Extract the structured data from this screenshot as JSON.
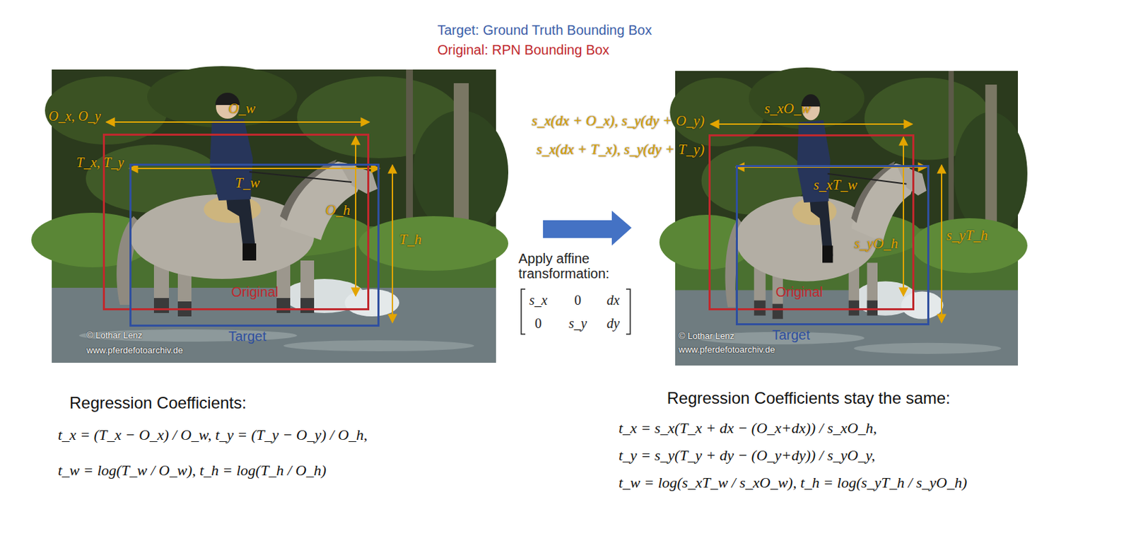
{
  "diagram": {
    "nodes": [
      {
        "text": [
          "Original"
        ]
      },
      {
        "text": [
          "Target"
        ]
      },
      {
        "text": [
          "Original"
        ]
      },
      {
        "text": [
          "Target"
        ]
      }
    ],
    "labels": [
      "Target: Ground Truth Bounding Box",
      "Original: RPN Bounding Box",
      "O_w",
      "O_x, O_y",
      "T_x, T_y",
      "T_w",
      "O_h",
      "T_h",
      "© Lothar Lenz",
      "www.pferdefotoarchiv.de",
      "s_x(dx + O_x), s_y(dy + O_y)",
      "s_x(dx + T_x), s_y(dy + T_y)",
      "Apply affine transformation:",
      "s_x",
      "0",
      "dx",
      "0",
      "s_y",
      "dy",
      "s_xO_w",
      "s_xT_w",
      "s_yO_h",
      "s_yT_h",
      "© Lothar Lenz",
      "www.pferdefotoarchiv.de",
      "Regression Coefficients:",
      "t_x = (T_x − O_x) / O_w, t_y = (T_y − O_y) / O_h,",
      "t_w = log(T_w / O_w), t_h = log(T_h / O_h)",
      "Regression Coefficients stay the same:",
      "t_x = s_x(T_x + dx − (O_x+dx)) / s_xO_h,",
      "t_y = s_y(T_y + dy − (O_y+dy)) / s_yO_y,",
      "t_w = log(s_xT_w / s_xO_w), t_h = log(s_yT_h / s_yO_h)"
    ]
  }
}
